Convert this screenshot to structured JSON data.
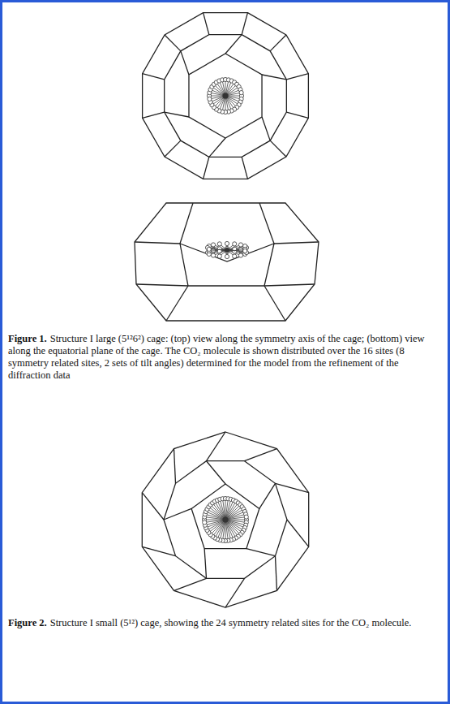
{
  "diagram": {
    "labels": [
      "Figure 1.",
      "Structure I large (5¹²6²) cage: (top) view along the symmetry axis of the cage; (bottom) view along the equatorial plane of the cage. The CO₂ molecule is shown distributed over the 16 sites (8 symmetry related sites, 2 sets of tilt angles) determined for the model from the refinement of the diffraction data",
      "Figure 2.",
      "Structure I small (5¹²) cage, showing the 24 symmetry related sites for the CO₂ molecule."
    ]
  }
}
